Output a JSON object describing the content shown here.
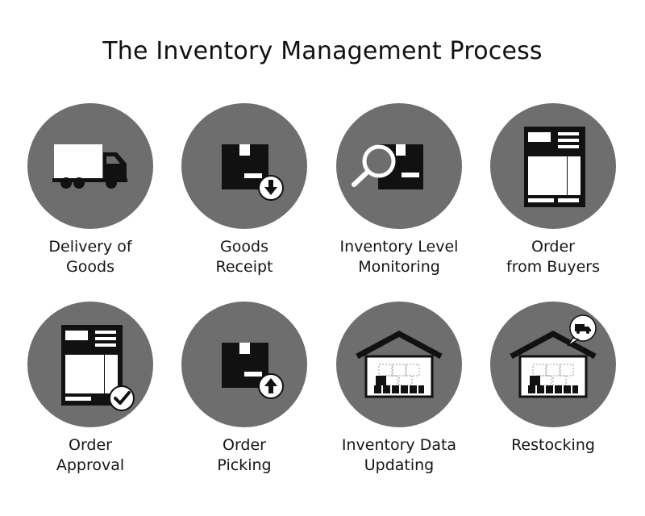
{
  "title": "The Inventory Management Process",
  "colors": {
    "circle": "#6e6e6e",
    "icon_dark": "#111111",
    "icon_light": "#ffffff"
  },
  "steps": [
    {
      "icon": "delivery-truck-icon",
      "label": [
        "Delivery of",
        "Goods"
      ]
    },
    {
      "icon": "box-down-arrow-icon",
      "label": [
        "Goods",
        "Receipt"
      ]
    },
    {
      "icon": "magnifier-box-icon",
      "label": [
        "Inventory Level",
        "Monitoring"
      ]
    },
    {
      "icon": "order-document-icon",
      "label": [
        "Order",
        "from Buyers"
      ]
    },
    {
      "icon": "document-checkmark-icon",
      "label": [
        "Order",
        "Approval"
      ]
    },
    {
      "icon": "box-up-arrow-icon",
      "label": [
        "Order",
        "Picking"
      ]
    },
    {
      "icon": "warehouse-icon",
      "label": [
        "Inventory Data",
        "Updating"
      ]
    },
    {
      "icon": "warehouse-truck-icon",
      "label": [
        "Restocking"
      ]
    }
  ]
}
